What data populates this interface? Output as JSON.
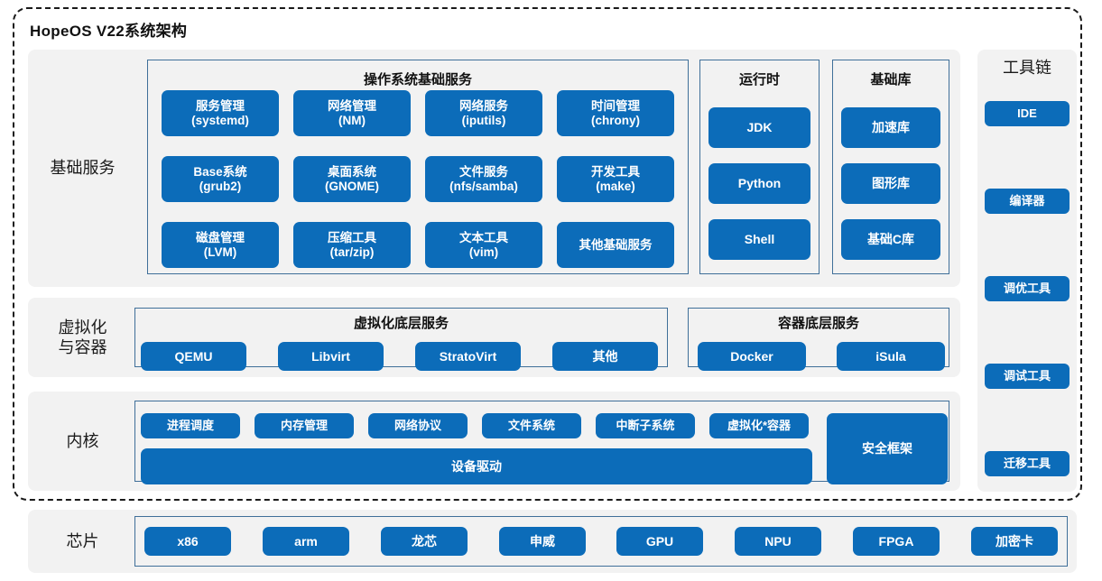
{
  "title": "HopeOS V22系统架构",
  "colors": {
    "chip_blue": "#0c6cb9",
    "panel_grey": "#f2f2f2",
    "group_border": "#3f6f99",
    "frame_dash": "#1a1a1a",
    "text_dark": "#1a1a1a",
    "chip_text": "#ffffff"
  },
  "rows": {
    "base_services": {
      "label": "基础服务",
      "groups": {
        "os_base": {
          "title": "操作系统基础服务",
          "chips": [
            "服务管理\n(systemd)",
            "网络管理\n(NM)",
            "网络服务\n(iputils)",
            "时间管理\n(chrony)",
            "Base系统\n(grub2)",
            "桌面系统\n(GNOME)",
            "文件服务\n(nfs/samba)",
            "开发工具\n(make)",
            "磁盘管理\n(LVM)",
            "压缩工具\n(tar/zip)",
            "文本工具\n(vim)",
            "其他基础服务"
          ]
        },
        "runtime": {
          "title": "运行时",
          "chips": [
            "JDK",
            "Python",
            "Shell"
          ]
        },
        "base_lib": {
          "title": "基础库",
          "chips": [
            "加速库",
            "图形库",
            "基础C库"
          ]
        }
      }
    },
    "virtualization": {
      "label": "虚拟化\n与容器",
      "groups": {
        "virt_base": {
          "title": "虚拟化底层服务",
          "chips": [
            "QEMU",
            "Libvirt",
            "StratoVirt",
            "其他"
          ]
        },
        "container_base": {
          "title": "容器底层服务",
          "chips": [
            "Docker",
            "iSula"
          ]
        }
      }
    },
    "kernel": {
      "label": "内核",
      "top_chips": [
        "进程调度",
        "内存管理",
        "网络协议",
        "文件系统",
        "中断子系统",
        "虚拟化*容器"
      ],
      "wide_chip": "设备驱动",
      "side_chip": "安全框架"
    },
    "chip_layer": {
      "label": "芯片",
      "chips": [
        "x86",
        "arm",
        "龙芯",
        "申威",
        "GPU",
        "NPU",
        "FPGA",
        "加密卡"
      ]
    }
  },
  "toolchain": {
    "label": "工具链",
    "items": [
      "IDE",
      "编译器",
      "调优工具",
      "调试工具",
      "迁移工具"
    ]
  }
}
